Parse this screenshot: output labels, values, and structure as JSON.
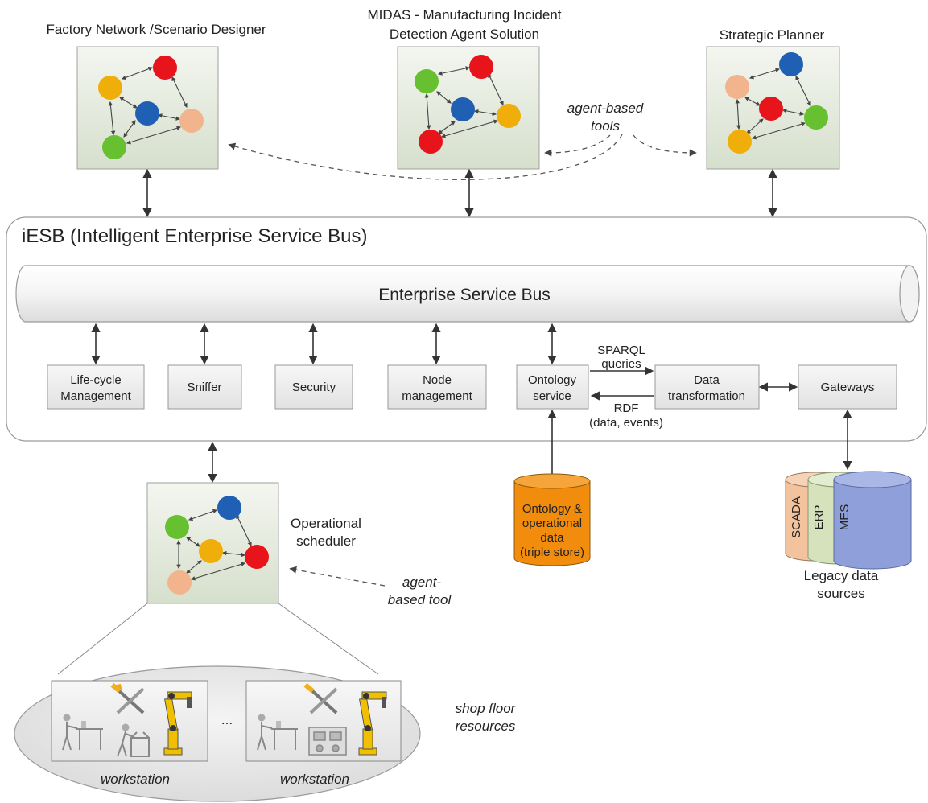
{
  "tools": {
    "factory_title": "Factory Network /Scenario Designer",
    "midas_title_line1": "MIDAS - Manufacturing Incident",
    "midas_title_line2": "Detection Agent Solution",
    "strategic_title": "Strategic Planner",
    "agent_based_line1": "agent-based",
    "agent_based_line2": "tools",
    "operational_line1": "Operational",
    "operational_line2": "scheduler",
    "agent_tool_line1": "agent-",
    "agent_tool_line2": "based tool"
  },
  "iesb": {
    "title": "iESB (Intelligent Enterprise Service Bus)",
    "bus_label": "Enterprise Service Bus",
    "modules": {
      "lifecycle_line1": "Life-cycle",
      "lifecycle_line2": "Management",
      "sniffer": "Sniffer",
      "security": "Security",
      "node_line1": "Node",
      "node_line2": "management",
      "ontology_line1": "Ontology",
      "ontology_line2": "service",
      "data_line1": "Data",
      "data_line2": "transformation",
      "gateways": "Gateways"
    },
    "sparql_line1": "SPARQL",
    "sparql_line2": "queries",
    "rdf_line1": "RDF",
    "rdf_line2": "(data, events)"
  },
  "triple_store": {
    "line1": "Ontology &",
    "line2": "operational",
    "line3": "data",
    "line4": "(triple store)"
  },
  "legacy": {
    "scada": "SCADA",
    "erp": "ERP",
    "mes": "MES",
    "caption_line1": "Legacy data",
    "caption_line2": "sources"
  },
  "shop_floor": {
    "workstation_left": "workstation",
    "workstation_right": "workstation",
    "ellipsis": "...",
    "caption_line1": "shop floor",
    "caption_line2": "resources"
  },
  "colors": {
    "node_red": "#e8141c",
    "node_blue": "#1f5fb4",
    "node_green": "#66c030",
    "node_yellow": "#f0ae0a",
    "node_peach": "#f2b48d",
    "triple_store_fill": "#f28c0c",
    "scada_fill": "#f3c39d",
    "erp_fill": "#d5e2bc",
    "mes_fill": "#8f9fd9",
    "panel_fill": "#dde4d6"
  }
}
